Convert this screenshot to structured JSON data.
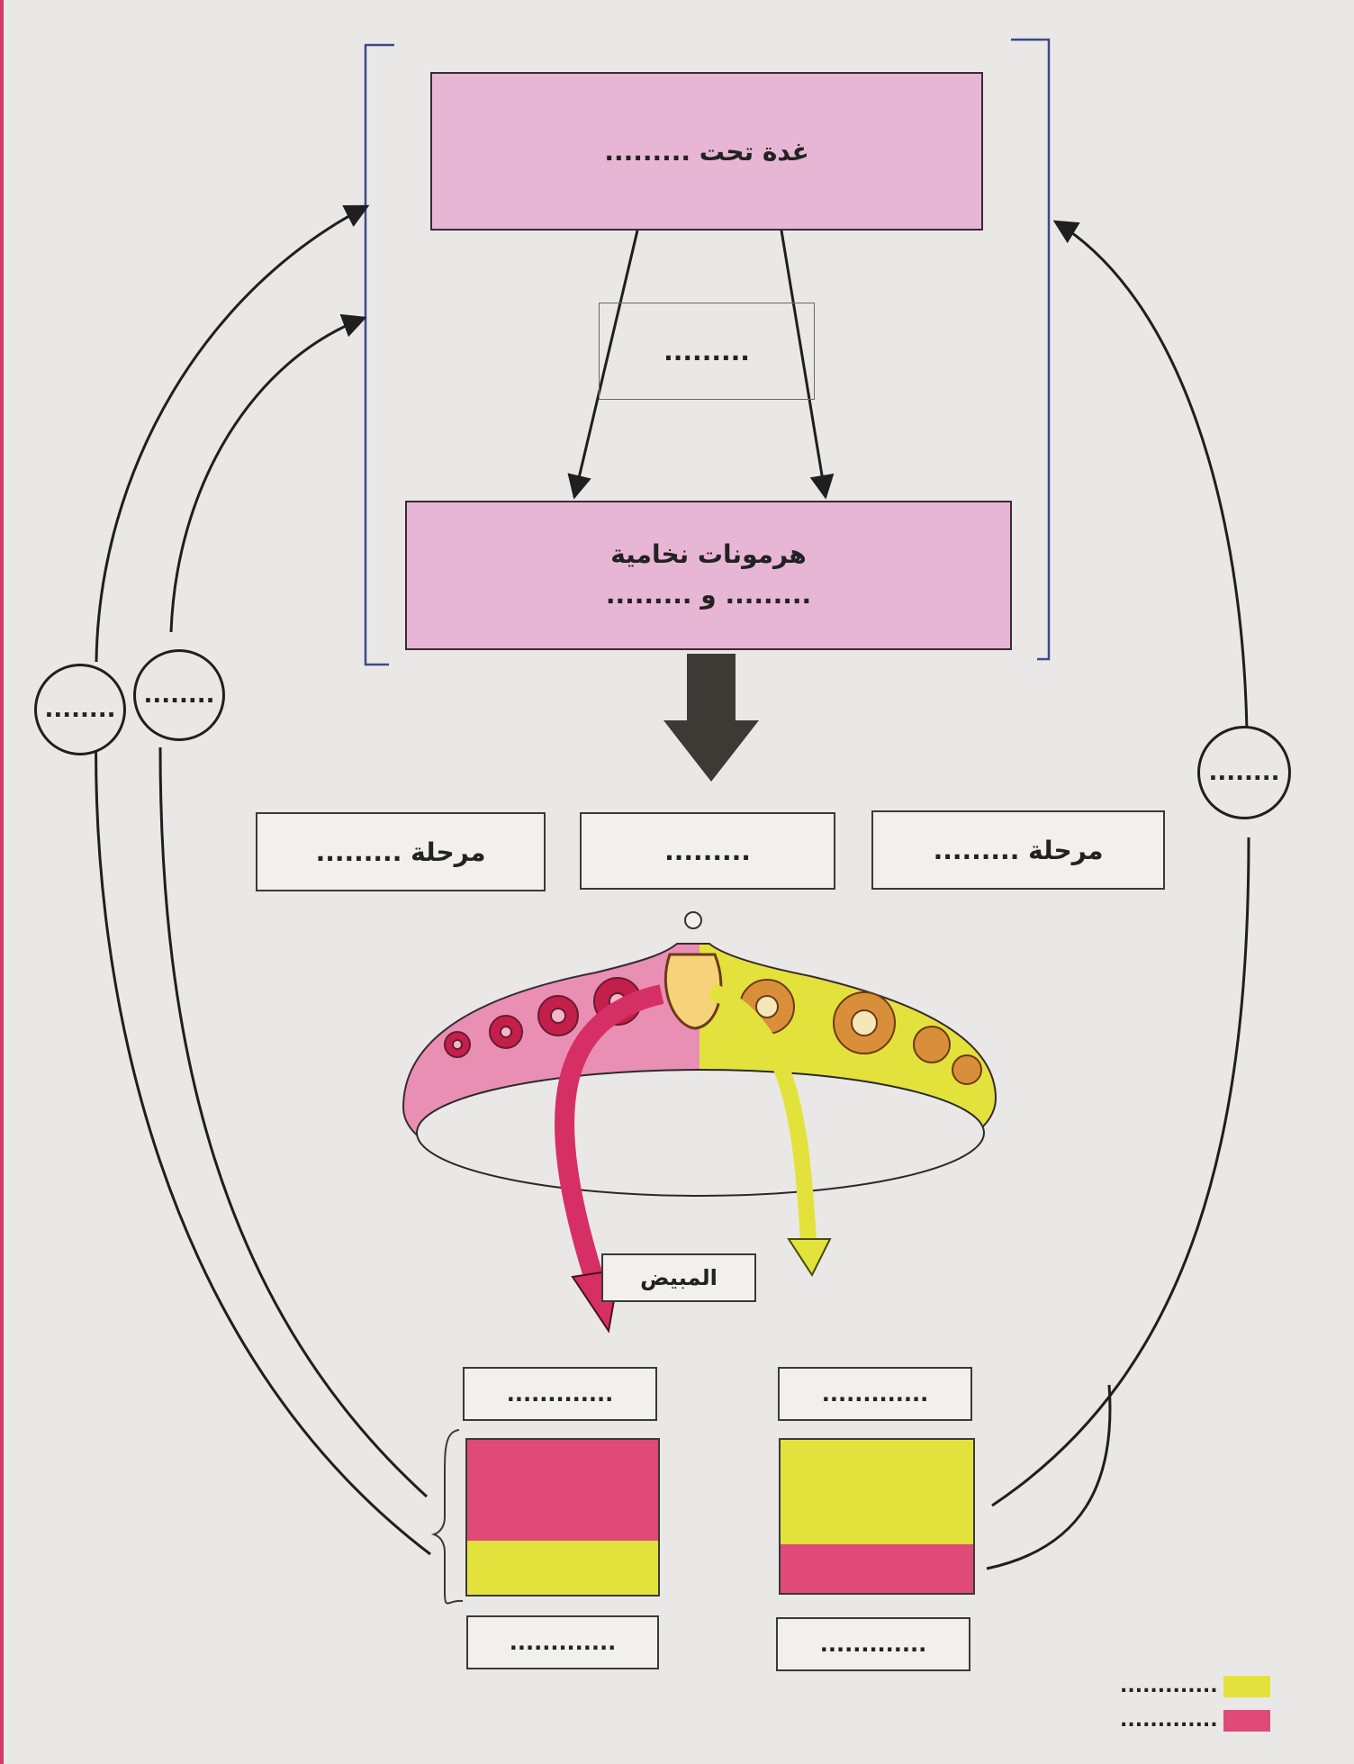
{
  "hypothalamus": {
    "label": "غدة تحت ........."
  },
  "middle_box": {
    "label": "........."
  },
  "pituitary": {
    "line1": "هرمونات نخامية",
    "line2": "......... و ........."
  },
  "phases": [
    {
      "label": "مرحلة ........."
    },
    {
      "label": "........."
    },
    {
      "label": "مرحلة ........."
    }
  ],
  "feedback_circles": [
    "........",
    "........",
    "........"
  ],
  "ovary_label": "المبيض",
  "hormone_labels": {
    "left_top": ".............",
    "right_top": ".............",
    "left_bottom": ".............",
    "right_bottom": "............."
  },
  "hormone_levels": {
    "left": {
      "pink_fraction": 0.65,
      "yellow_fraction": 0.35
    },
    "right": {
      "yellow_fraction": 0.68,
      "pink_fraction": 0.32
    }
  },
  "legend": [
    {
      "color": "#e3e23c",
      "label": "............."
    },
    {
      "color": "#df4a78",
      "label": "............."
    }
  ],
  "colors": {
    "pink_box": "#e7b6d4",
    "hormone_pink": "#df4a78",
    "hormone_yellow": "#e3e23c",
    "arrow_dark": "#3d3a36"
  }
}
